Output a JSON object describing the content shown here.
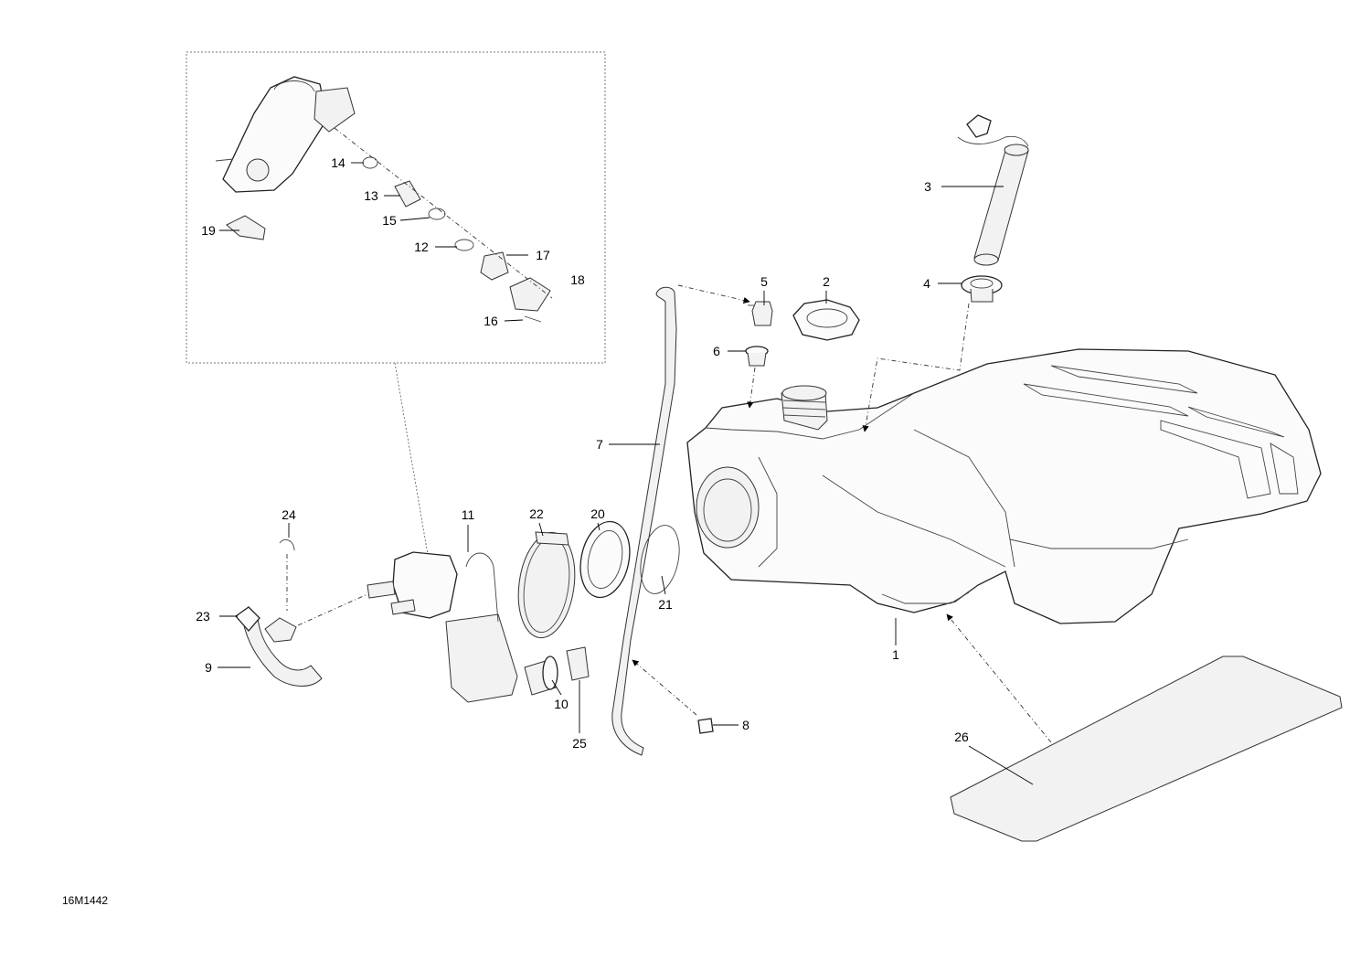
{
  "drawing_reference": "16M1442",
  "callouts": [
    "1",
    "2",
    "3",
    "4",
    "5",
    "6",
    "7",
    "8",
    "9",
    "10",
    "11",
    "12",
    "13",
    "14",
    "15",
    "16",
    "17",
    "18",
    "19",
    "20",
    "21",
    "22",
    "23",
    "24",
    "25",
    "26"
  ]
}
